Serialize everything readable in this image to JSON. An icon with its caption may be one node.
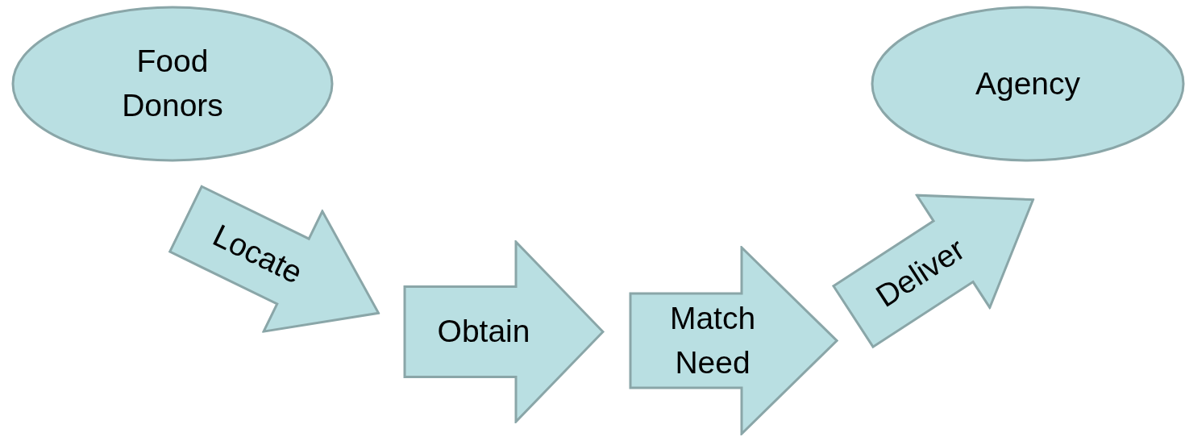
{
  "diagram": {
    "nodes": [
      {
        "text": [
          "Food Donors"
        ]
      },
      {
        "text": [
          "Locate"
        ]
      },
      {
        "text": [
          "Obtain"
        ]
      },
      {
        "text": [
          "Match Need"
        ]
      },
      {
        "text": [
          "Deliver"
        ]
      },
      {
        "text": [
          "Agency"
        ]
      }
    ]
  }
}
